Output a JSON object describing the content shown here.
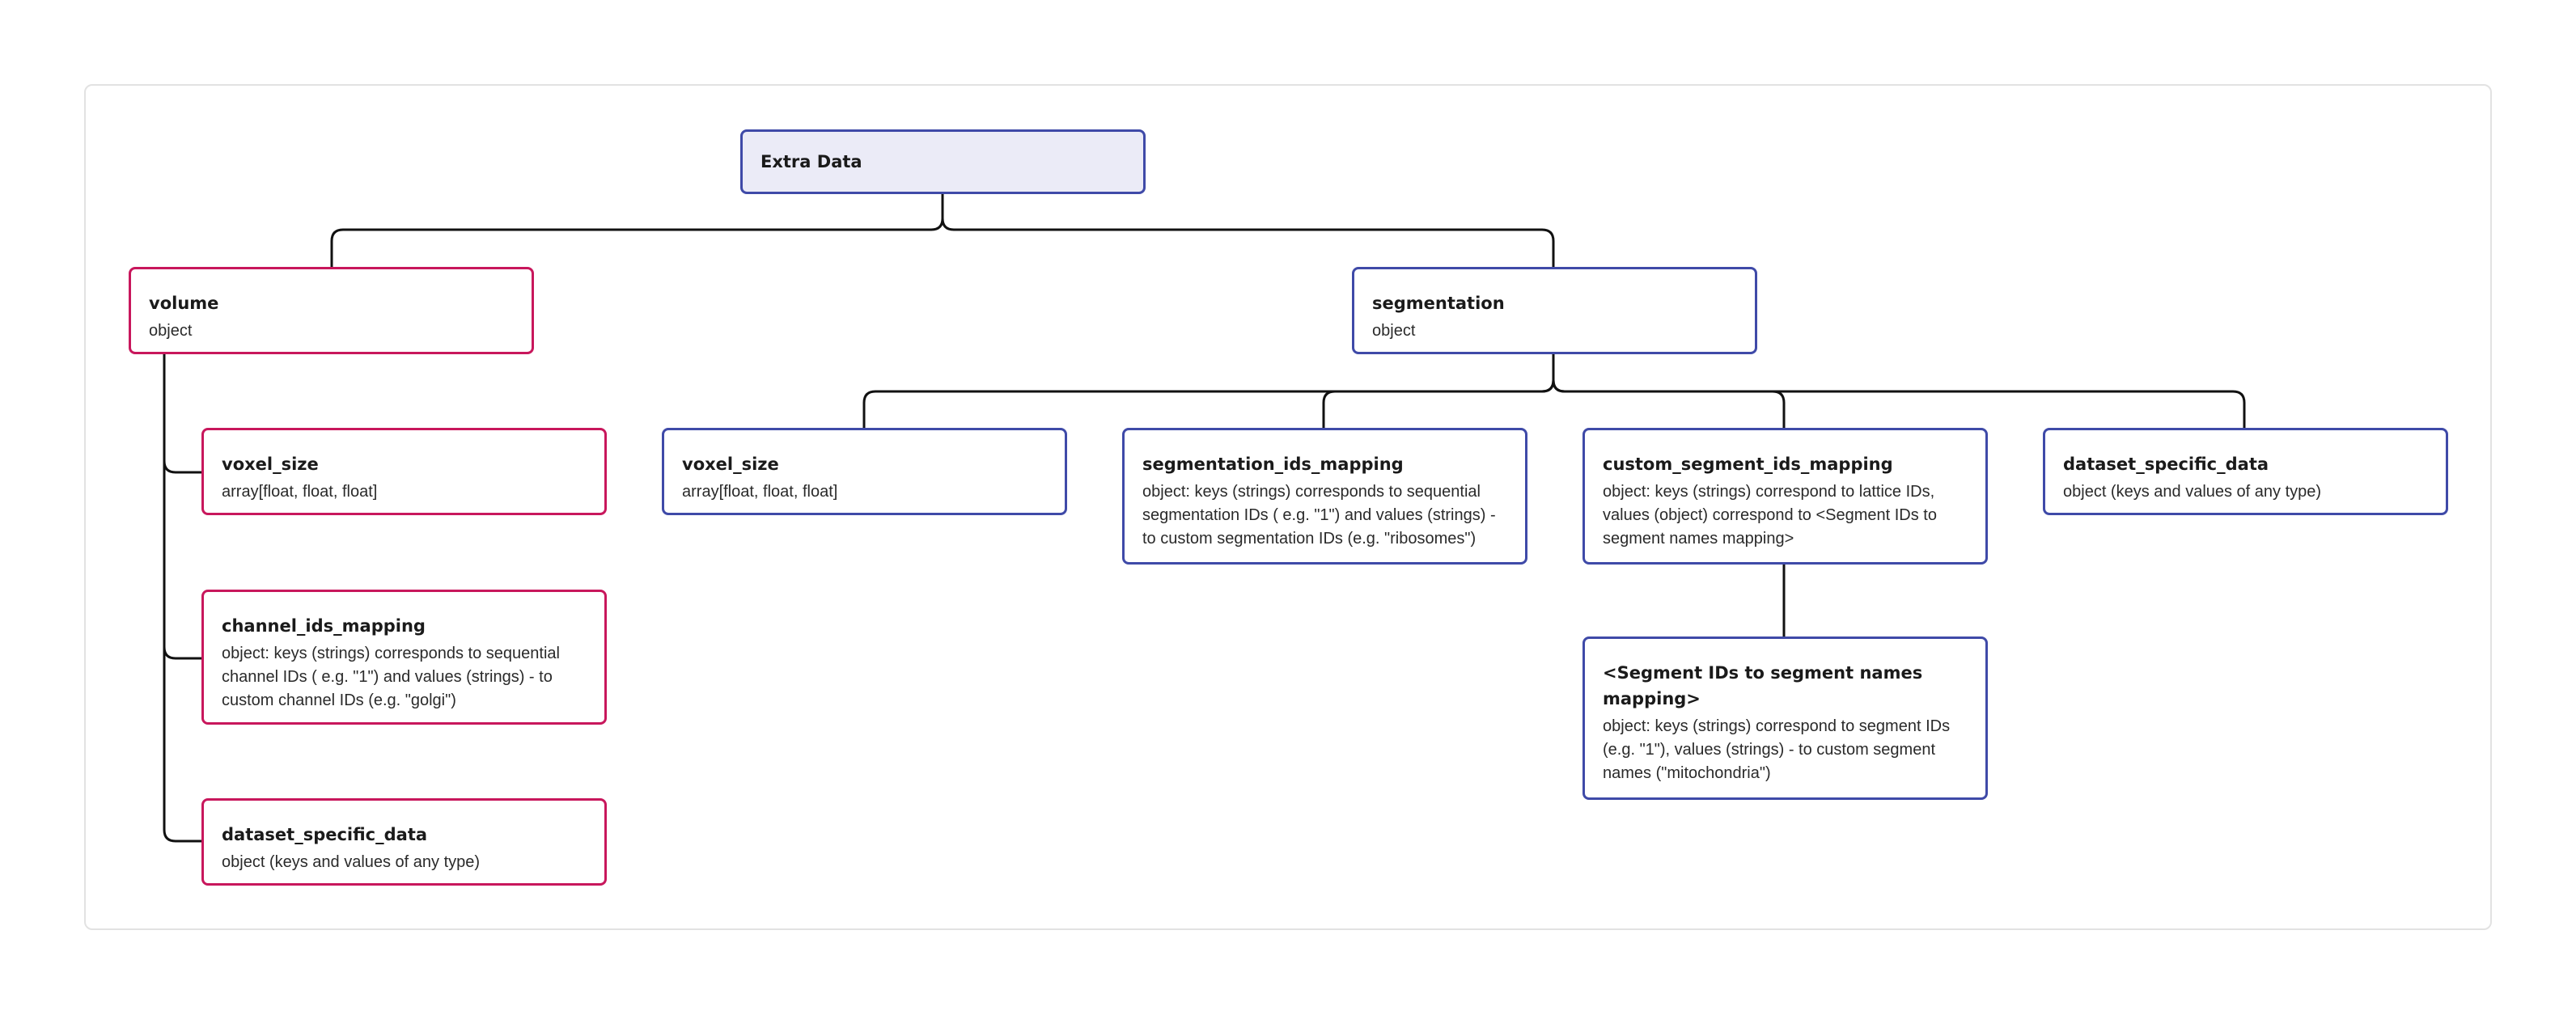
{
  "diagram": {
    "root": {
      "title": "Extra Data"
    },
    "volume": {
      "title": "volume",
      "type": "object",
      "children": [
        {
          "title": "voxel_size",
          "desc": "array[float, float, float]"
        },
        {
          "title": "channel_ids_mapping",
          "desc": "object: keys (strings) corresponds to sequential channel IDs ( e.g. \"1\") and values (strings) - to custom channel IDs (e.g. \"golgi\")"
        },
        {
          "title": "dataset_specific_data",
          "desc": "object (keys and values of any type)"
        }
      ]
    },
    "segmentation": {
      "title": "segmentation",
      "type": "object",
      "children": [
        {
          "title": "voxel_size",
          "desc": "array[float, float, float]"
        },
        {
          "title": "segmentation_ids_mapping",
          "desc": "object: keys (strings) corresponds to sequential segmentation IDs ( e.g. \"1\") and values (strings) - to custom segmentation IDs (e.g. \"ribosomes\")"
        },
        {
          "title": "custom_segment_ids_mapping",
          "desc": "object: keys (strings) correspond to lattice IDs, values (object) correspond to <Segment IDs to segment names mapping>"
        },
        {
          "title": "dataset_specific_data",
          "desc": "object (keys and values of any type)"
        }
      ],
      "grandchild": {
        "title": "<Segment IDs to segment names mapping>",
        "desc": "object: keys (strings) correspond to segment IDs (e.g. \"1\"), values (strings) - to custom segment names (\"mitochondria\")"
      }
    },
    "colors": {
      "volume_border": "#c8175c",
      "segmentation_border": "#3f4aa8",
      "root_fill": "#ebebf7",
      "connector": "#111111"
    }
  }
}
